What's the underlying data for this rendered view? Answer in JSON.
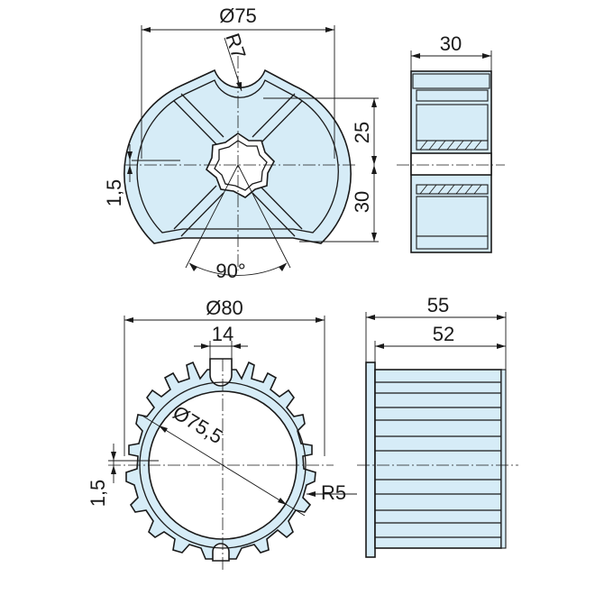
{
  "top_front_view": {
    "diameter": "Ø75",
    "notch_radius": "R7",
    "dim_upper": "25",
    "dim_lower": "30",
    "offset": "1,5",
    "angle": "90°"
  },
  "top_side_view": {
    "width": "30"
  },
  "bottom_front_view": {
    "outer_diameter": "Ø80",
    "slot_width": "14",
    "inner_diameter": "Ø75,5",
    "groove_radius": "R5",
    "offset": "1,5"
  },
  "bottom_side_view": {
    "overall_length": "55",
    "body_length": "52"
  },
  "colors": {
    "part_fill": "#d6ecf7",
    "line": "#1a1a1a"
  }
}
